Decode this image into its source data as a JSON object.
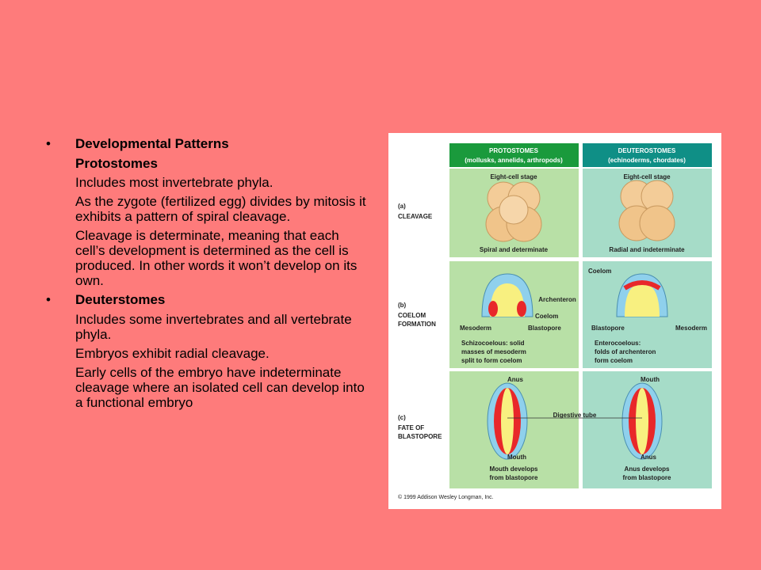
{
  "slide": {
    "heading1": "Developmental Patterns",
    "sub1": "Protostomes",
    "p1": "Includes most invertebrate phyla.",
    "p2": "As the zygote (fertilized egg) divides by mitosis it exhibits a pattern of spiral cleavage.",
    "p3": "Cleavage is determinate, meaning that each cell’s development is determined as the cell is produced.  In other words it won’t develop on its own.",
    "heading2": "Deuterstomes",
    "p4": "Includes some invertebrates and all vertebrate phyla.",
    "p5": "Embryos exhibit radial cleavage.",
    "p6": "Early cells of the embryo have indeterminate cleavage where an isolated cell can develop into a functional embryo",
    "bullet": "•"
  },
  "figure": {
    "proto_title": "PROTOSTOMES",
    "proto_sub": "(mollusks, annelids, arthropods)",
    "deut_title": "DEUTEROSTOMES",
    "deut_sub": "(echinoderms, chordates)",
    "row_a_letter": "(a)",
    "row_a_label": "CLEAVAGE",
    "row_b_letter": "(b)",
    "row_b_label1": "COELOM",
    "row_b_label2": "FORMATION",
    "row_c_letter": "(c)",
    "row_c_label1": "FATE OF",
    "row_c_label2": "BLASTOPORE",
    "eight_cell_left": "Eight-cell stage",
    "eight_cell_right": "Eight-cell stage",
    "spiral": "Spiral and determinate",
    "radial": "Radial and indeterminate",
    "coelom_left": "Coelom",
    "coelom_right": "Coelom",
    "archenteron": "Archenteron",
    "mesoderm_left": "Mesoderm",
    "mesoderm_right": "Mesoderm",
    "blastopore_left": "Blastopore",
    "blastopore_right": "Blastopore",
    "schizo1": "Schizocoelous: solid",
    "schizo2": "masses of mesoderm",
    "schizo3": "split to form coelom",
    "entero1": "Enterocoelous:",
    "entero2": "folds of archenteron",
    "entero3": "form coelom",
    "anus_left": "Anus",
    "mouth_left": "Mouth",
    "mouth_right": "Mouth",
    "anus_right": "Anus",
    "digestive": "Digestive tube",
    "mouth_dev1": "Mouth develops",
    "mouth_dev2": "from blastopore",
    "anus_dev1": "Anus develops",
    "anus_dev2": "from blastopore",
    "copyright": "© 1999 Addison Wesley Longman, Inc.",
    "colors": {
      "proto_header": "#1a9a3c",
      "deut_header": "#0f8f86",
      "proto_panel": "#b8e0a6",
      "deut_panel": "#a6dcc8",
      "embryo": "#f3cc98",
      "mesoderm_red": "#e8282a",
      "ecto_blue": "#8fd0ec",
      "endo_yellow": "#f8f080"
    }
  }
}
